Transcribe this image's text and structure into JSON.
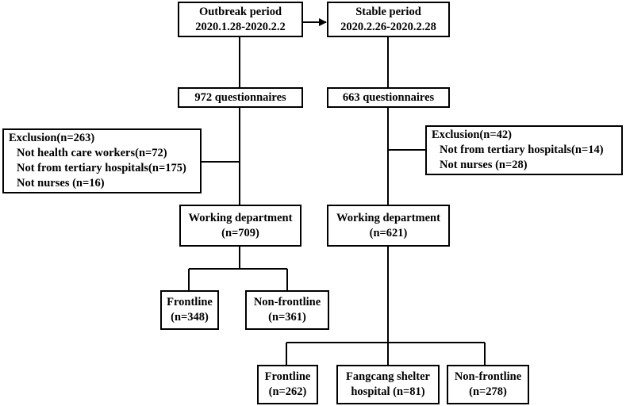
{
  "outbreak": {
    "period": {
      "line1": "Outbreak period",
      "line2": "2020.1.28-2020.2.2"
    },
    "questionnaires": "972 questionnaires",
    "exclusion": {
      "title": "Exclusion(n=263)",
      "items": [
        "Not health care workers(n=72)",
        "Not from tertiary hospitals(n=175)",
        "Not nurses (n=16)"
      ]
    },
    "department": {
      "line1": "Working department",
      "line2": "(n=709)"
    },
    "groups": [
      {
        "line1": "Frontline",
        "line2": "(n=348)"
      },
      {
        "line1": "Non-frontline",
        "line2": "(n=361)"
      }
    ]
  },
  "stable": {
    "period": {
      "line1": "Stable period",
      "line2": "2020.2.26-2020.2.28"
    },
    "questionnaires": "663 questionnaires",
    "exclusion": {
      "title": "Exclusion(n=42)",
      "items": [
        "Not from tertiary hospitals(n=14)",
        "Not nurses (n=28)"
      ]
    },
    "department": {
      "line1": "Working department",
      "line2": "(n=621)"
    },
    "groups": [
      {
        "line1": "Frontline",
        "line2": "(n=262)"
      },
      {
        "line1": "Fangcang shelter",
        "line2": "hospital (n=81)"
      },
      {
        "line1": "Non-frontline",
        "line2": "(n=278)"
      }
    ]
  }
}
